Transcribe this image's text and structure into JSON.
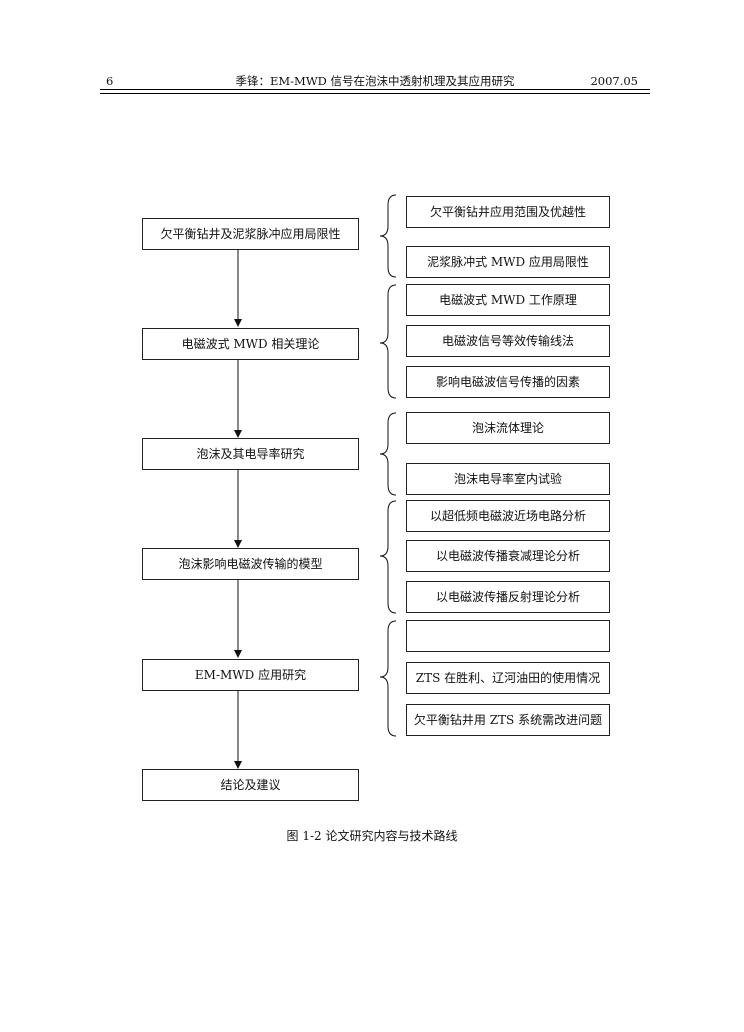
{
  "header": {
    "page_number": "6",
    "running_title": "季锋：EM-MWD 信号在泡沫中透射机理及其应用研究",
    "date": "2007.05"
  },
  "flowchart": {
    "main_steps": [
      "欠平衡钻井及泥浆脉冲应用局限性",
      "电磁波式 MWD 相关理论",
      "泡沫及其电导率研究",
      "泡沫影响电磁波传输的模型",
      "EM-MWD 应用研究",
      "结论及建议"
    ],
    "sub_items": [
      [
        "欠平衡钻井应用范围及优越性",
        "泥浆脉冲式 MWD 应用局限性"
      ],
      [
        "电磁波式 MWD 工作原理",
        "电磁波信号等效传输线法",
        "影响电磁波信号传播的因素"
      ],
      [
        "泡沫流体理论",
        "泡沫电导率室内试验"
      ],
      [
        "以超低频电磁波近场电路分析",
        "以电磁波传播衰减理论分析",
        "以电磁波传播反射理论分析"
      ],
      [
        "",
        "ZTS 在胜利、辽河油田的使用情况",
        "欠平衡钻井用 ZTS 系统需改进问题"
      ]
    ]
  },
  "caption": "图 1-2  论文研究内容与技术路线"
}
